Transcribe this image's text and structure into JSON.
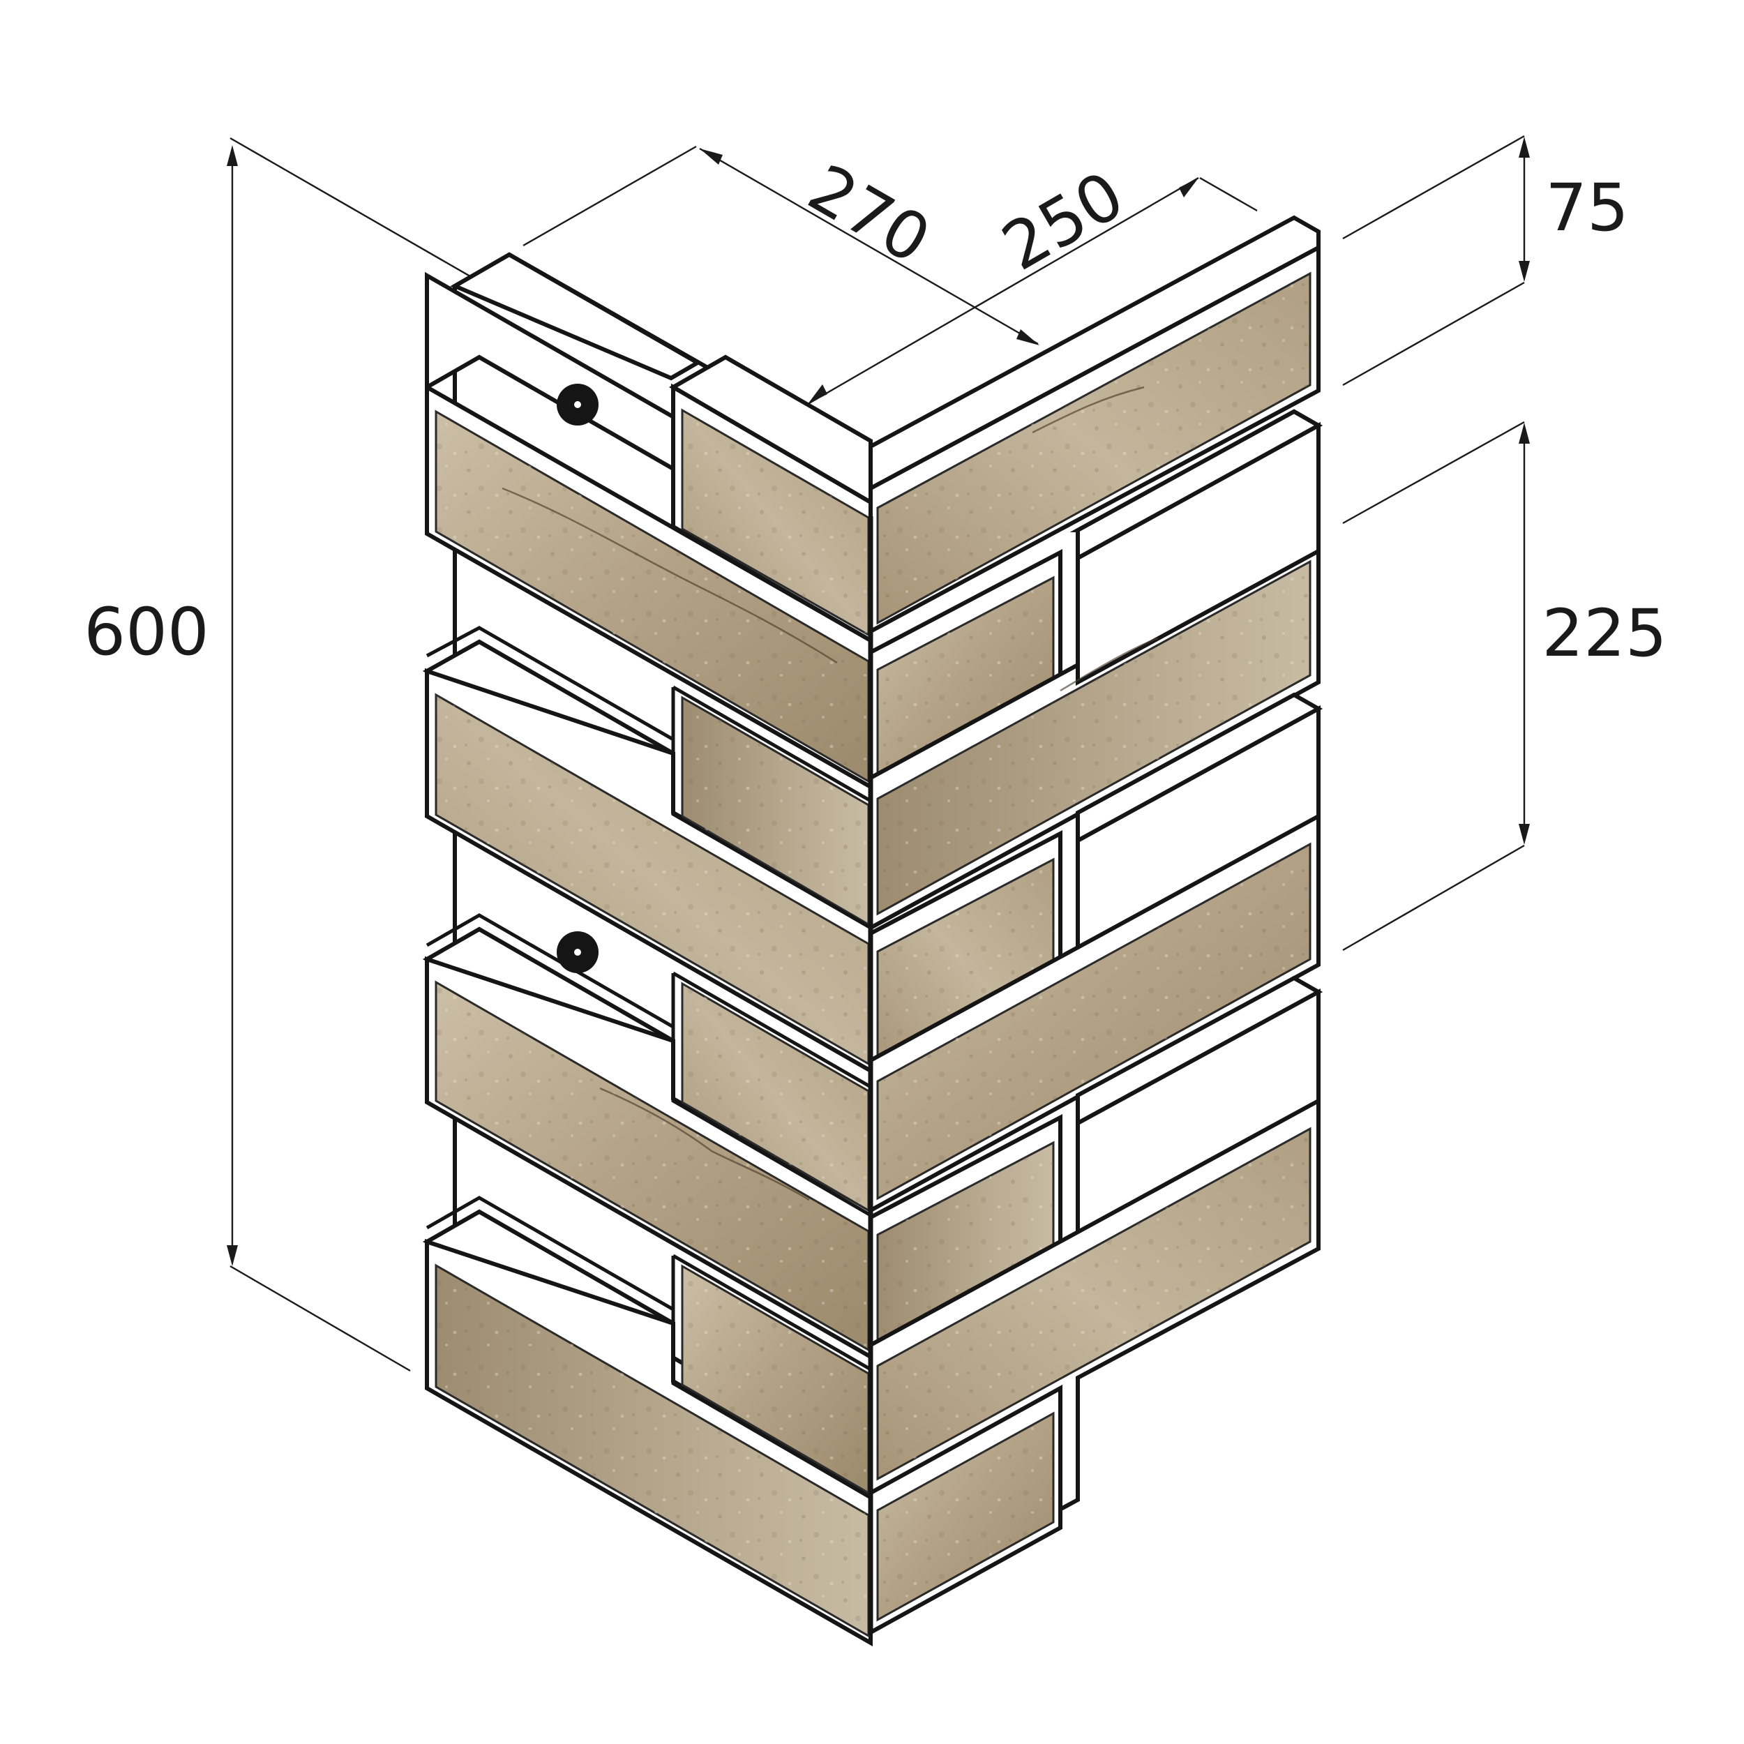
{
  "diagram": {
    "dimensions": {
      "total_height": "600",
      "depth_left": "270",
      "depth_right": "250",
      "brick_height": "75",
      "module_height": "225"
    },
    "colors": {
      "stone_light": "#c9bca3",
      "stone_mid": "#b3a386",
      "stone_dark": "#8e7b5f",
      "line": "#151515",
      "background": "#ffffff"
    }
  }
}
